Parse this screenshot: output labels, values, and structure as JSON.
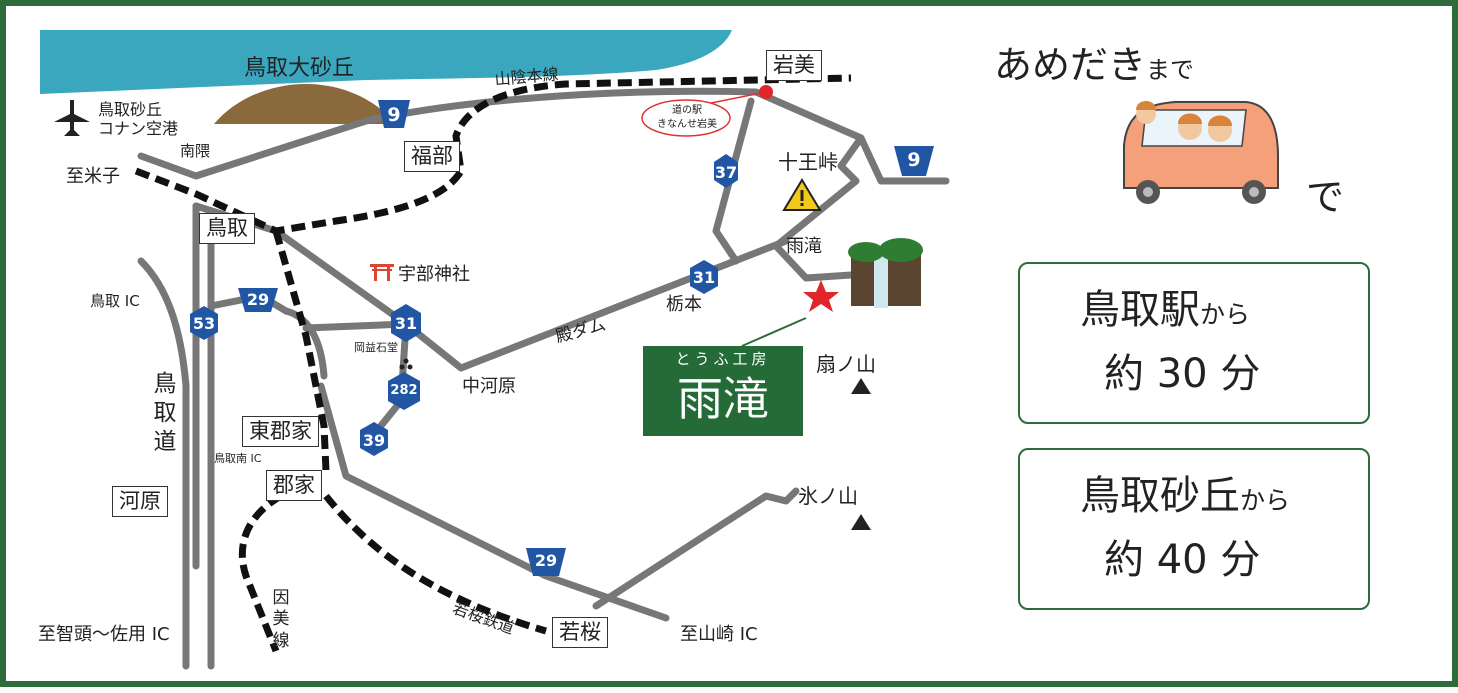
{
  "colors": {
    "border": "#2f6b3a",
    "sea": "#3aa7be",
    "road": "#777777",
    "rail": "#111111",
    "route_badge": "#2156a5",
    "shop_sign": "#256b37",
    "star": "#e0262a"
  },
  "map": {
    "dune_label": "鳥取大砂丘",
    "airport_lines": [
      "鳥取砂丘",
      "コナン空港"
    ],
    "airport_icon": "airplane-icon",
    "rail_sanin": "山陰本線",
    "station_iwami": "岩美",
    "roadside_station_lines": [
      "道の駅",
      "きなんせ岩美"
    ],
    "jumu_pass": "十王峠",
    "minami_kuma": "南隈",
    "to_yonago": "至米子",
    "station_fukube": "福部",
    "station_tottori": "鳥取",
    "ube_shrine": "宇部神社",
    "tottori_ic": "鳥取 IC",
    "tottori_road": "鳥取道",
    "okamasu_stone": "岡益石堂",
    "tonoDam": "殿ダム",
    "nakagawara": "中河原",
    "tochimoto": "栃本",
    "amedaki": "雨滝",
    "ougino_yama": "扇ノ山",
    "hyono_yama": "氷ノ山",
    "higashi_kouge": "東郡家",
    "tottori_minami_ic": "鳥取南 IC",
    "kouge": "郡家",
    "kawahara": "河原",
    "inbi_line": "因美線",
    "wakasa_rail": "若桜鉄道",
    "wakasa": "若桜",
    "to_yamasaki": "至山崎 IC",
    "to_chizu": "至智頭～佐用 IC",
    "shop_small": "とうふ工房",
    "shop_big": "雨滝",
    "routes": {
      "r9a": "9",
      "r9b": "9",
      "r37": "37",
      "r31a": "31",
      "r31b": "31",
      "r53": "53",
      "r29a": "29",
      "r29b": "29",
      "r282": "282",
      "r39": "39"
    }
  },
  "info": {
    "heading_main": "あめだき",
    "heading_small": "まで",
    "by_car": "で",
    "box1_place": "鳥取駅",
    "box1_kara": "から",
    "box1_time": "約 30 分",
    "box2_place": "鳥取砂丘",
    "box2_kara": "から",
    "box2_time": "約 40 分"
  }
}
